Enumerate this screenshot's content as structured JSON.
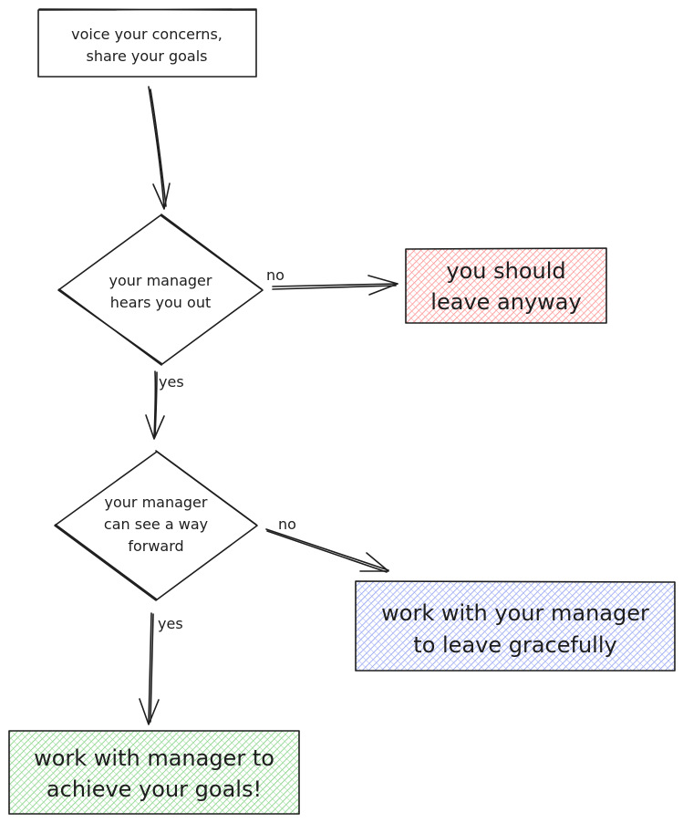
{
  "nodes": {
    "start": {
      "lines": [
        "voice your concerns,",
        "share your goals"
      ]
    },
    "decision1": {
      "lines": [
        "your manager",
        "hears you out"
      ]
    },
    "leave_anyway": {
      "lines": [
        "you should",
        "leave anyway"
      ],
      "fill": "#ff8a8a"
    },
    "decision2": {
      "lines": [
        "your manager",
        "can see a way",
        "forward"
      ]
    },
    "leave_gracefully": {
      "lines": [
        "work with your manager",
        "to leave gracefully"
      ],
      "fill": "#8f9ef2"
    },
    "achieve_goals": {
      "lines": [
        "work with manager to",
        "achieve your goals!"
      ],
      "fill": "#7fd07f"
    }
  },
  "edges": {
    "d1_no": "no",
    "d1_yes": "yes",
    "d2_no": "no",
    "d2_yes": "yes"
  }
}
